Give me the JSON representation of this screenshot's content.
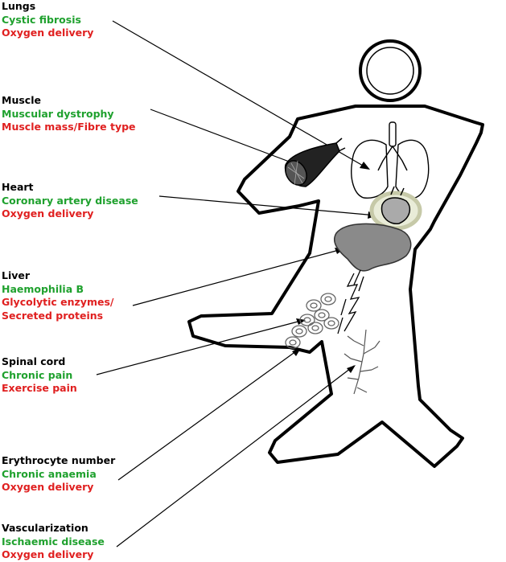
{
  "colors": {
    "title": "#000000",
    "disease": "#1fa12e",
    "application": "#e02020",
    "outline": "#000000"
  },
  "labels": [
    {
      "title": "Lungs",
      "lines": [
        {
          "text": "Cystic fibrosis",
          "kind": "disease"
        },
        {
          "text": "Oxygen delivery",
          "kind": "application"
        }
      ]
    },
    {
      "title": "Muscle",
      "lines": [
        {
          "text": "Muscular dystrophy",
          "kind": "disease"
        },
        {
          "text": "Muscle mass/Fibre type",
          "kind": "application"
        }
      ]
    },
    {
      "title": "Heart",
      "lines": [
        {
          "text": "Coronary artery disease",
          "kind": "disease"
        },
        {
          "text": "Oxygen delivery",
          "kind": "application"
        }
      ]
    },
    {
      "title": "Liver",
      "lines": [
        {
          "text": "Haemophilia B",
          "kind": "disease"
        },
        {
          "text": "Glycolytic enzymes/",
          "kind": "application"
        },
        {
          "text": "Secreted proteins",
          "kind": "application"
        }
      ]
    },
    {
      "title": "Spinal cord",
      "lines": [
        {
          "text": "Chronic pain",
          "kind": "disease"
        },
        {
          "text": "Exercise pain",
          "kind": "application"
        }
      ]
    },
    {
      "title": "Erythrocyte number",
      "lines": [
        {
          "text": "Chronic anaemia",
          "kind": "disease"
        },
        {
          "text": "Oxygen delivery",
          "kind": "application"
        }
      ]
    },
    {
      "title": "Vascularization",
      "lines": [
        {
          "text": "Ischaemic disease",
          "kind": "disease"
        },
        {
          "text": "Oxygen delivery",
          "kind": "application"
        }
      ]
    }
  ]
}
